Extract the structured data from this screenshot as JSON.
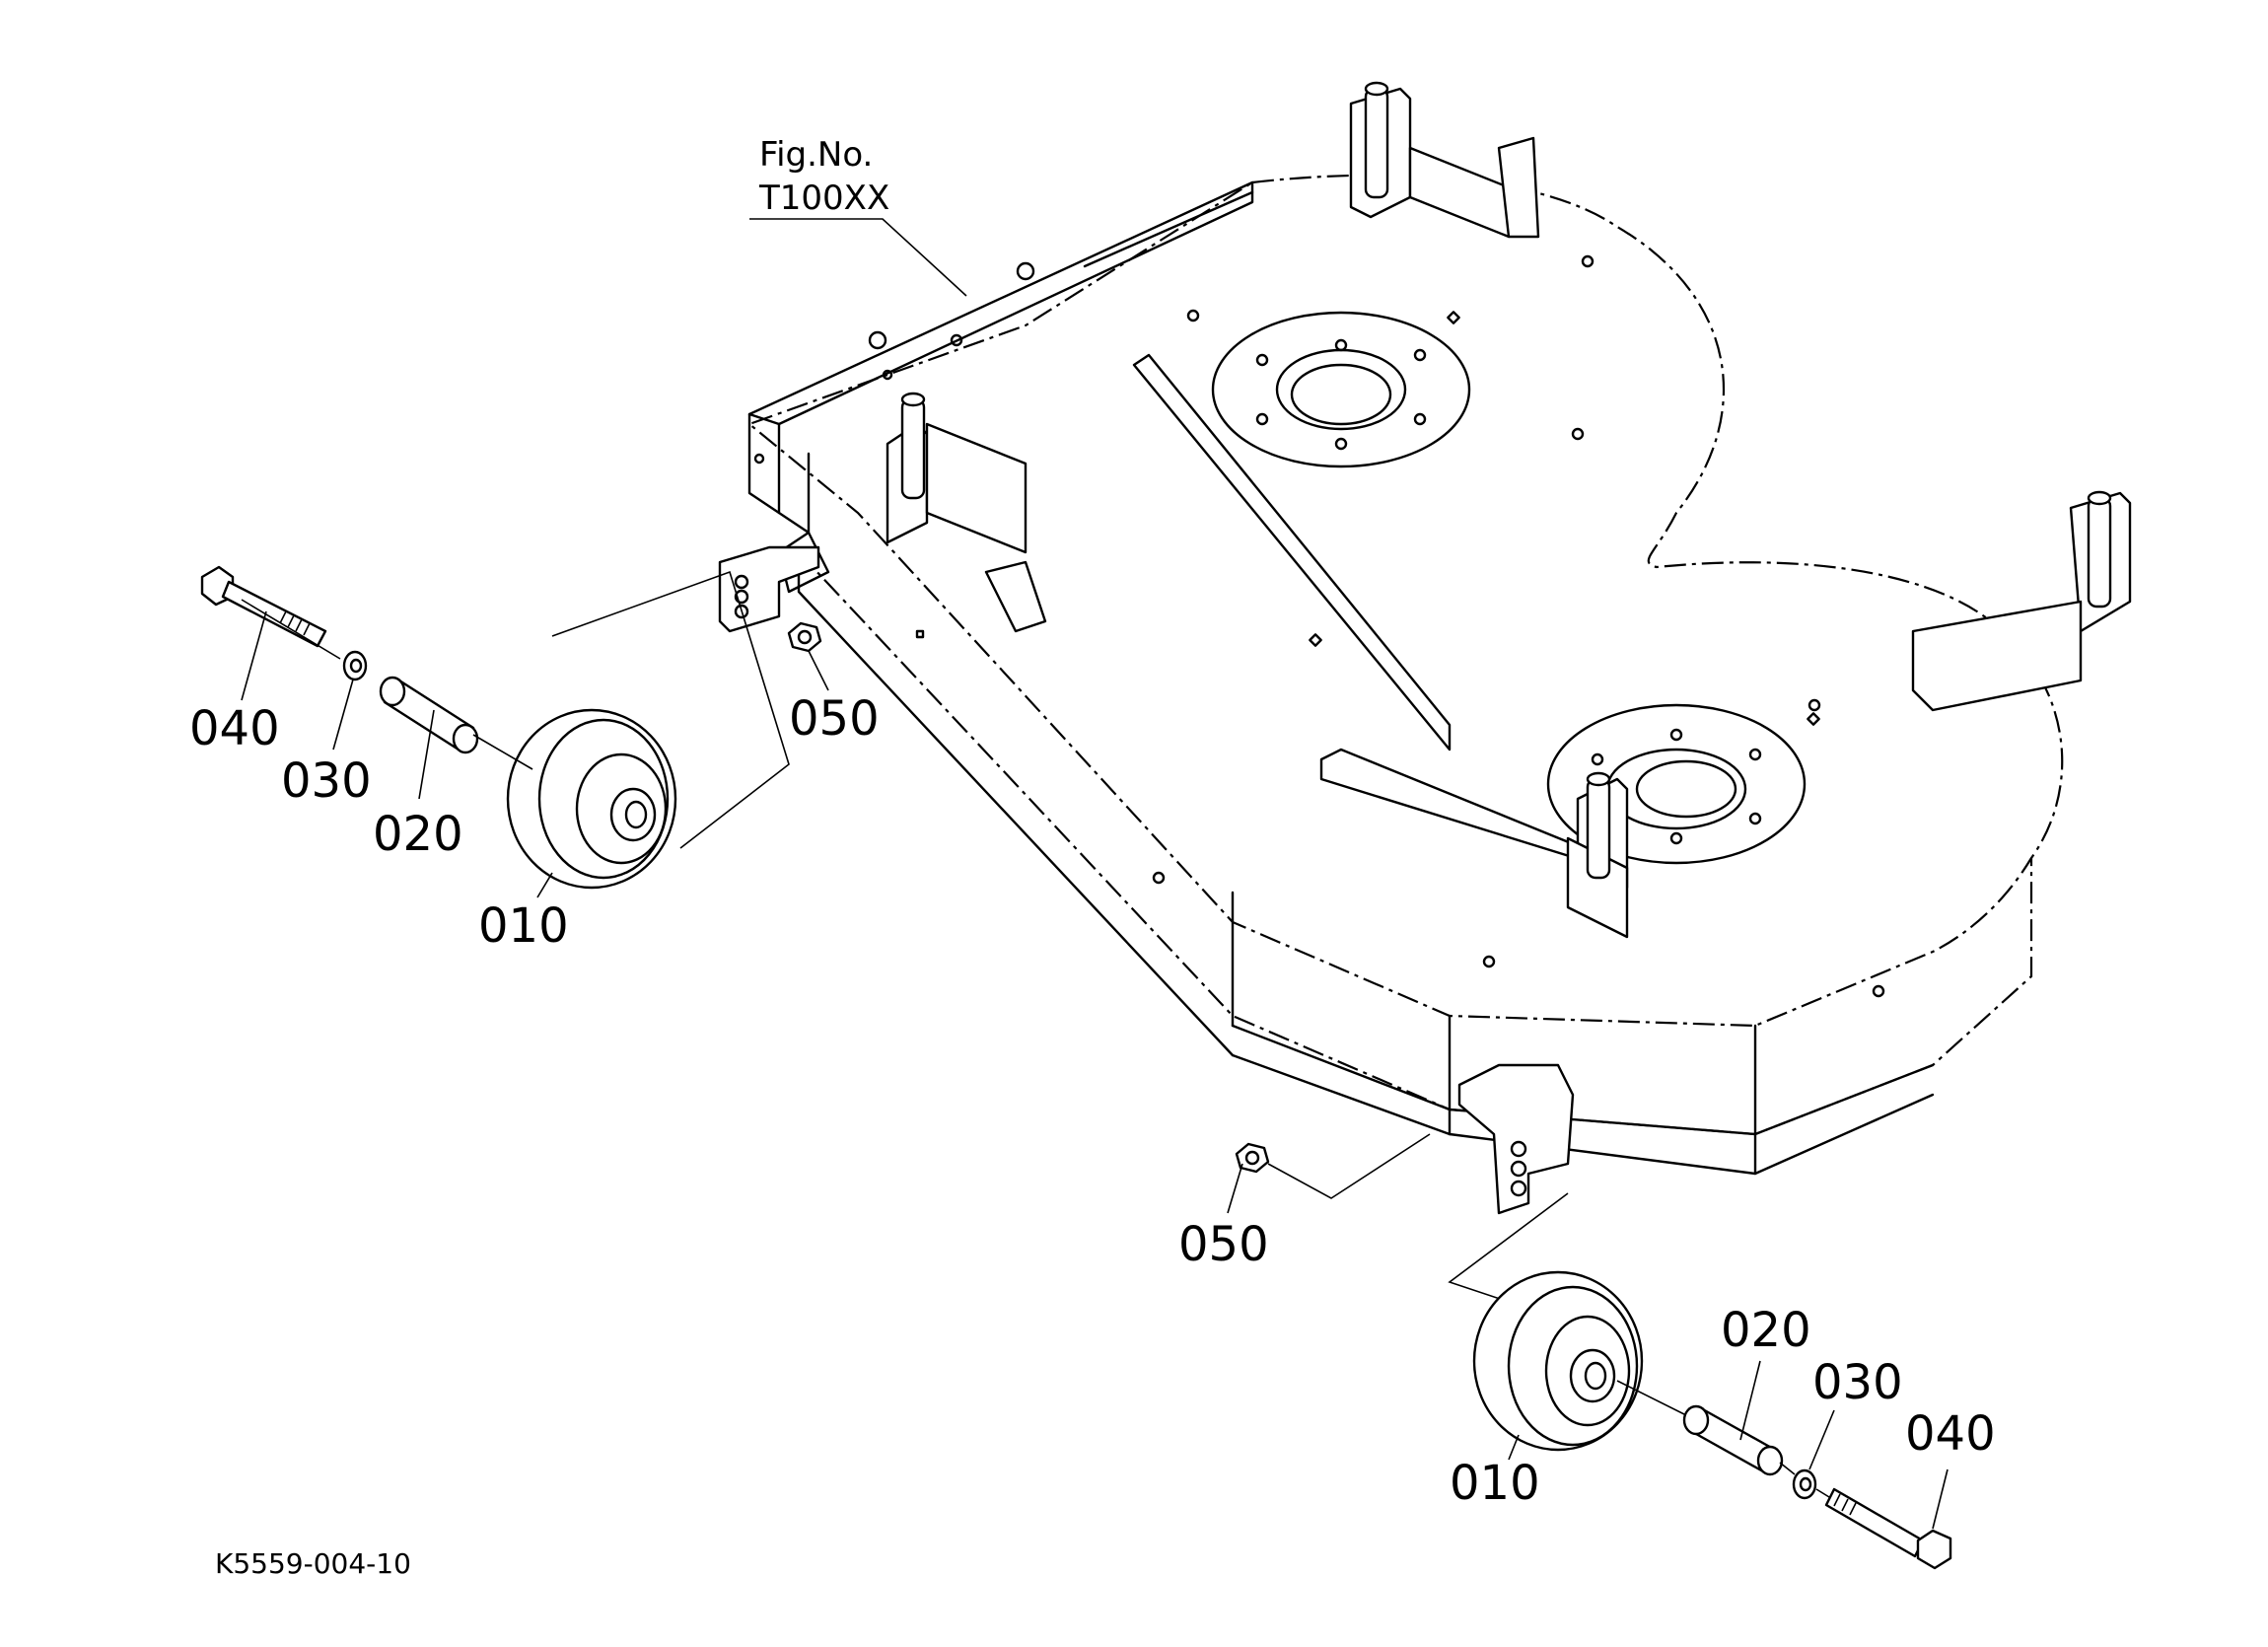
{
  "figure_ref": {
    "line1": "Fig.No.",
    "line2": "T100XX"
  },
  "drawing_code": "K5559-004-10",
  "callouts": {
    "left_040": "040",
    "left_030": "030",
    "left_020": "020",
    "left_010": "010",
    "left_050": "050",
    "right_050": "050",
    "right_020": "020",
    "right_030": "030",
    "right_040": "040",
    "right_010": "010"
  }
}
